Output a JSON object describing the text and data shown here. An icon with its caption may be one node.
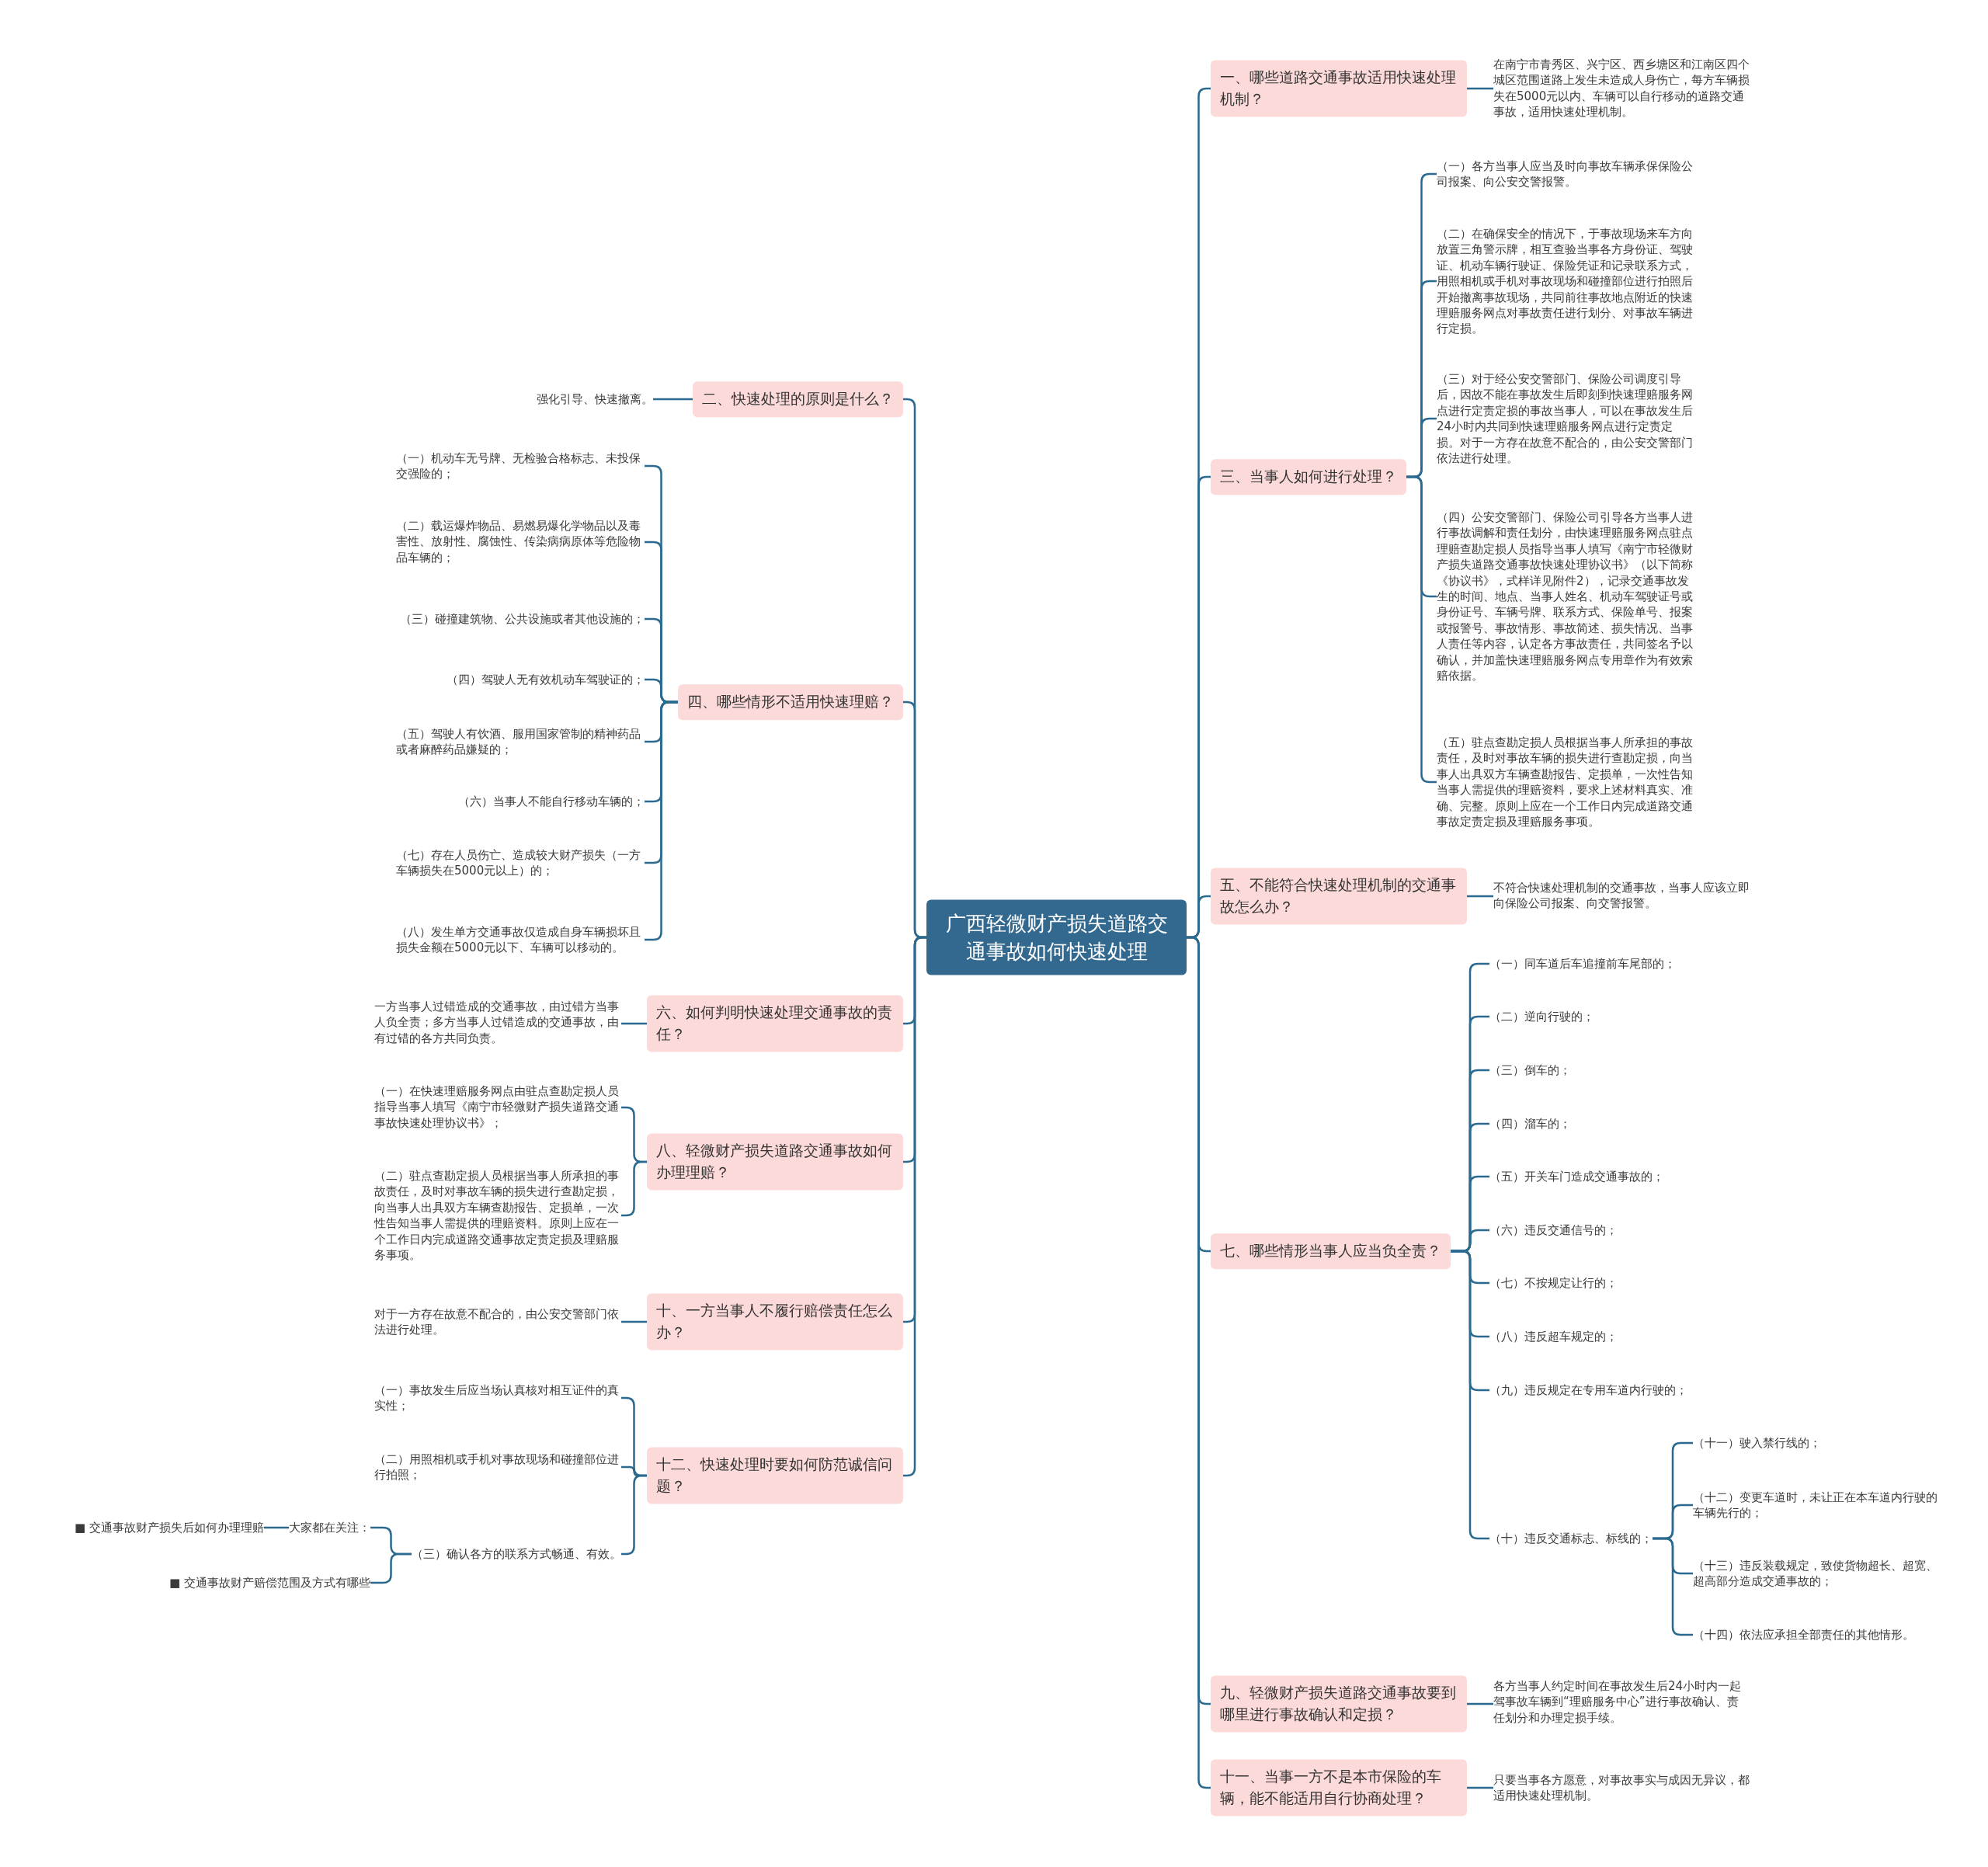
{
  "diagram": {
    "nodes": [
      {
        "text": [
          "广西轻微财产损失道路交通事故如何快速处理"
        ]
      },
      {
        "text": [
          "一、哪些道路交通事故适用快速处理机制？"
        ]
      },
      {
        "text": [
          "在南宁市青秀区、兴宁区、西乡塘区和江南区四个城区范围道路上发生未造成人身伤亡，每方车辆损失在5000元以内、车辆可以自行移动的道路交通事故，适用快速处理机制。"
        ]
      },
      {
        "text": [
          "三、当事人如何进行处理？"
        ]
      },
      {
        "text": [
          "（一）各方当事人应当及时向事故车辆承保保险公司报案、向公安交警报警。"
        ]
      },
      {
        "text": [
          "（二）在确保安全的情况下，于事故现场来车方向放置三角警示牌，相互查验当事各方身份证、驾驶证、机动车辆行驶证、保险凭证和记录联系方式，用照相机或手机对事故现场和碰撞部位进行拍照后开始撤离事故现场，共同前往事故地点附近的快速理赔服务网点对事故责任进行划分、对事故车辆进行定损。"
        ]
      },
      {
        "text": [
          "（三）对于经公安交警部门、保险公司调度引导后，因故不能在事故发生后即刻到快速理赔服务网点进行定责定损的事故当事人，可以在事故发生后24小时内共同到快速理赔服务网点进行定责定损。对于一方存在故意不配合的，由公安交警部门依法进行处理。"
        ]
      },
      {
        "text": [
          "（四）公安交警部门、保险公司引导各方当事人进行事故调解和责任划分，由快速理赔服务网点驻点理赔查勘定损人员指导当事人填写《南宁市轻微财产损失道路交通事故快速处理协议书》（以下简称《协议书》，式样详见附件2），记录交通事故发生的时间、地点、当事人姓名、机动车驾驶证号或身份证号、车辆号牌、联系方式、保险单号、报案或报警号、事故情形、事故简述、损失情况、当事人责任等内容，认定各方事故责任，共同签名予以确认，并加盖快速理赔服务网点专用章作为有效索赔依据。"
        ]
      },
      {
        "text": [
          "（五）驻点查勘定损人员根据当事人所承担的事故责任，及时对事故车辆的损失进行查勘定损，向当事人出具双方车辆查勘报告、定损单，一次性告知当事人需提供的理赔资料，要求上述材料真实、准确、完整。原则上应在一个工作日内完成道路交通事故定责定损及理赔服务事项。"
        ]
      },
      {
        "text": [
          "五、不能符合快速处理机制的交通事故怎么办？"
        ]
      },
      {
        "text": [
          "不符合快速处理机制的交通事故，当事人应该立即向保险公司报案、向交警报警。"
        ]
      },
      {
        "text": [
          "七、哪些情形当事人应当负全责？"
        ]
      },
      {
        "text": [
          "（一）同车道后车追撞前车尾部的；"
        ]
      },
      {
        "text": [
          "（二）逆向行驶的；"
        ]
      },
      {
        "text": [
          "（三）倒车的；"
        ]
      },
      {
        "text": [
          "（四）溜车的；"
        ]
      },
      {
        "text": [
          "（五）开关车门造成交通事故的；"
        ]
      },
      {
        "text": [
          "（六）违反交通信号的；"
        ]
      },
      {
        "text": [
          "（七）不按规定让行的；"
        ]
      },
      {
        "text": [
          "（八）违反超车规定的；"
        ]
      },
      {
        "text": [
          "（九）违反规定在专用车道内行驶的；"
        ]
      },
      {
        "text": [
          "（十）违反交通标志、标线的；"
        ]
      },
      {
        "text": [
          "（十一）驶入禁行线的；"
        ]
      },
      {
        "text": [
          "（十二）变更车道时，未让正在本车道内行驶的车辆先行的；"
        ]
      },
      {
        "text": [
          "（十三）违反装载规定，致使货物超长、超宽、超高部分造成交通事故的；"
        ]
      },
      {
        "text": [
          "（十四）依法应承担全部责任的其他情形。"
        ]
      },
      {
        "text": [
          "九、轻微财产损失道路交通事故要到哪里进行事故确认和定损？"
        ]
      },
      {
        "text": [
          "各方当事人约定时间在事故发生后24小时内一起驾事故车辆到“理赔服务中心”进行事故确认、责任划分和办理定损手续。"
        ]
      },
      {
        "text": [
          "十一、当事一方不是本市保险的车辆，能不能适用自行协商处理？"
        ]
      },
      {
        "text": [
          "只要当事各方愿意，对事故事实与成因无异议，都适用快速处理机制。"
        ]
      },
      {
        "text": [
          "二、快速处理的原则是什么？"
        ]
      },
      {
        "text": [
          "强化引导、快速撤离。"
        ]
      },
      {
        "text": [
          "四、哪些情形不适用快速理赔？"
        ]
      },
      {
        "text": [
          "（一）机动车无号牌、无检验合格标志、未投保交强险的；"
        ]
      },
      {
        "text": [
          "（二）载运爆炸物品、易燃易爆化学物品以及毒害性、放射性、腐蚀性、传染病病原体等危险物品车辆的；"
        ]
      },
      {
        "text": [
          "（三）碰撞建筑物、公共设施或者其他设施的；"
        ]
      },
      {
        "text": [
          "（四）驾驶人无有效机动车驾驶证的；"
        ]
      },
      {
        "text": [
          "（五）驾驶人有饮酒、服用国家管制的精神药品或者麻醉药品嫌疑的；"
        ]
      },
      {
        "text": [
          "（六）当事人不能自行移动车辆的；"
        ]
      },
      {
        "text": [
          "（七）存在人员伤亡、造成较大财产损失（一方车辆损失在5000元以上）的；"
        ]
      },
      {
        "text": [
          "（八）发生单方交通事故仅造成自身车辆损坏且损失金额在5000元以下、车辆可以移动的。"
        ]
      },
      {
        "text": [
          "六、如何判明快速处理交通事故的责任？"
        ]
      },
      {
        "text": [
          "一方当事人过错造成的交通事故，由过错方当事人负全责；多方当事人过错造成的交通事故，由有过错的各方共同负责。"
        ]
      },
      {
        "text": [
          "八、轻微财产损失道路交通事故如何办理理赔？"
        ]
      },
      {
        "text": [
          "（一）在快速理赔服务网点由驻点查勘定损人员指导当事人填写《南宁市轻微财产损失道路交通事故快速处理协议书》；"
        ]
      },
      {
        "text": [
          "（二）驻点查勘定损人员根据当事人所承担的事故责任，及时对事故车辆的损失进行查勘定损，向当事人出具双方车辆查勘报告、定损单，一次性告知当事人需提供的理赔资料。原则上应在一个工作日内完成道路交通事故定责定损及理赔服务事项。"
        ]
      },
      {
        "text": [
          "十、一方当事人不履行赔偿责任怎么办？"
        ]
      },
      {
        "text": [
          "对于一方存在故意不配合的，由公安交警部门依法进行处理。"
        ]
      },
      {
        "text": [
          "十二、快速处理时要如何防范诚信问题？"
        ]
      },
      {
        "text": [
          "（一）事故发生后应当场认真核对相互证件的真实性；"
        ]
      },
      {
        "text": [
          "（二）用照相机或手机对事故现场和碰撞部位进行拍照；"
        ]
      },
      {
        "text": [
          "（三）确认各方的联系方式畅通、有效。"
        ]
      },
      {
        "text": [
          "大家都在关注："
        ]
      },
      {
        "text": [
          "■ 交通事故财产损失后如何办理理赔"
        ]
      },
      {
        "text": [
          "■ 交通事故财产赔偿范围及方式有哪些"
        ]
      }
    ],
    "edges": [
      {
        "from": 0,
        "to": 1,
        "arrow": "none"
      },
      {
        "from": 0,
        "to": 3,
        "arrow": "none"
      },
      {
        "from": 0,
        "to": 9,
        "arrow": "none"
      },
      {
        "from": 0,
        "to": 11,
        "arrow": "none"
      },
      {
        "from": 0,
        "to": 26,
        "arrow": "none"
      },
      {
        "from": 0,
        "to": 28,
        "arrow": "none"
      },
      {
        "from": 0,
        "to": 30,
        "arrow": "none"
      },
      {
        "from": 0,
        "to": 32,
        "arrow": "none"
      },
      {
        "from": 0,
        "to": 41,
        "arrow": "none"
      },
      {
        "from": 0,
        "to": 43,
        "arrow": "none"
      },
      {
        "from": 0,
        "to": 46,
        "arrow": "none"
      },
      {
        "from": 0,
        "to": 48,
        "arrow": "none"
      },
      {
        "from": 1,
        "to": 2,
        "arrow": "none"
      },
      {
        "from": 3,
        "to": 4,
        "arrow": "none"
      },
      {
        "from": 3,
        "to": 5,
        "arrow": "none"
      },
      {
        "from": 3,
        "to": 6,
        "arrow": "none"
      },
      {
        "from": 3,
        "to": 7,
        "arrow": "none"
      },
      {
        "from": 3,
        "to": 8,
        "arrow": "none"
      },
      {
        "from": 9,
        "to": 10,
        "arrow": "none"
      },
      {
        "from": 11,
        "to": 12,
        "arrow": "none"
      },
      {
        "from": 11,
        "to": 13,
        "arrow": "none"
      },
      {
        "from": 11,
        "to": 14,
        "arrow": "none"
      },
      {
        "from": 11,
        "to": 15,
        "arrow": "none"
      },
      {
        "from": 11,
        "to": 16,
        "arrow": "none"
      },
      {
        "from": 11,
        "to": 17,
        "arrow": "none"
      },
      {
        "from": 11,
        "to": 18,
        "arrow": "none"
      },
      {
        "from": 11,
        "to": 19,
        "arrow": "none"
      },
      {
        "from": 11,
        "to": 20,
        "arrow": "none"
      },
      {
        "from": 11,
        "to": 21,
        "arrow": "none"
      },
      {
        "from": 21,
        "to": 22,
        "arrow": "none"
      },
      {
        "from": 21,
        "to": 23,
        "arrow": "none"
      },
      {
        "from": 21,
        "to": 24,
        "arrow": "none"
      },
      {
        "from": 21,
        "to": 25,
        "arrow": "none"
      },
      {
        "from": 26,
        "to": 27,
        "arrow": "none"
      },
      {
        "from": 28,
        "to": 29,
        "arrow": "none"
      },
      {
        "from": 30,
        "to": 31,
        "arrow": "none"
      },
      {
        "from": 32,
        "to": 33,
        "arrow": "none"
      },
      {
        "from": 32,
        "to": 34,
        "arrow": "none"
      },
      {
        "from": 32,
        "to": 35,
        "arrow": "none"
      },
      {
        "from": 32,
        "to": 36,
        "arrow": "none"
      },
      {
        "from": 32,
        "to": 37,
        "arrow": "none"
      },
      {
        "from": 32,
        "to": 38,
        "arrow": "none"
      },
      {
        "from": 32,
        "to": 39,
        "arrow": "none"
      },
      {
        "from": 32,
        "to": 40,
        "arrow": "none"
      },
      {
        "from": 41,
        "to": 42,
        "arrow": "none"
      },
      {
        "from": 43,
        "to": 44,
        "arrow": "none"
      },
      {
        "from": 43,
        "to": 45,
        "arrow": "none"
      },
      {
        "from": 46,
        "to": 47,
        "arrow": "none"
      },
      {
        "from": 48,
        "to": 49,
        "arrow": "none"
      },
      {
        "from": 48,
        "to": 50,
        "arrow": "none"
      },
      {
        "from": 48,
        "to": 51,
        "arrow": "none"
      },
      {
        "from": 51,
        "to": 52,
        "arrow": "none"
      },
      {
        "from": 51,
        "to": 54,
        "arrow": "none"
      },
      {
        "from": 52,
        "to": 53,
        "arrow": "none"
      }
    ]
  }
}
